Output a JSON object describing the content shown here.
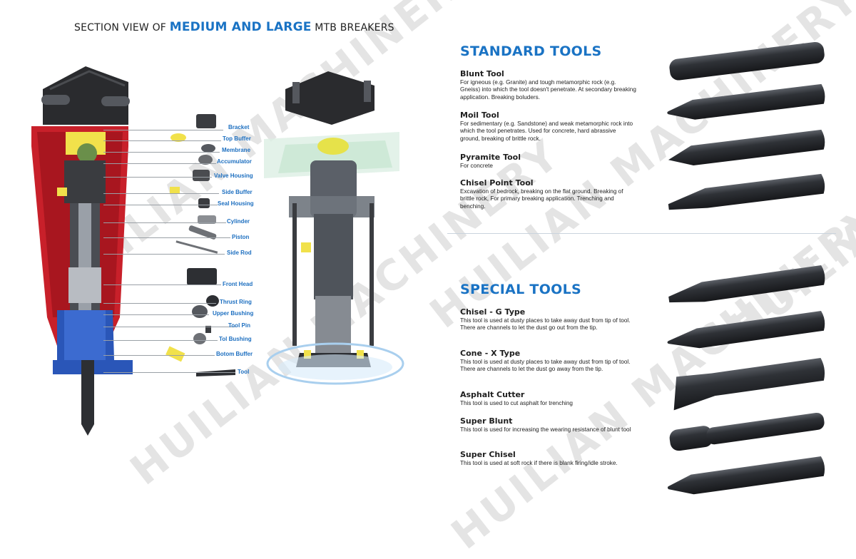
{
  "section_title": {
    "prefix": "SECTION VIEW OF ",
    "highlight": "MEDIUM AND LARGE",
    "suffix": " MTB BREAKERS"
  },
  "watermark": "HUILIAN MACHINERY",
  "parts": [
    "Bracket",
    "Top Buffer",
    "Membrane",
    "Accumulator",
    "Valve Housing",
    "Side Buffer",
    "Seal Housing",
    "Cylinder",
    "Piston",
    "Side Rod",
    "Front Head",
    "Thrust Ring",
    "Upper Bushing",
    "Tool Pin",
    "Tol Bushing",
    "Botom Buffer",
    "Tool"
  ],
  "standard_tools": {
    "heading": "STANDARD TOOLS",
    "items": [
      {
        "name": "Blunt Tool",
        "desc": "For igneous (e.g. Granite) and tough metamorphic rock (e.g. Gneiss) into which the tool doesn't penetrate. At secondary breaking application. Breaking boluders."
      },
      {
        "name": "Moil Tool",
        "desc": "For sedimentary (e.g. Sandstone) and weak metamorphic rock into which the tool penetrates. Used for concrete, hard abrassive ground, breaking of brittle rock."
      },
      {
        "name": "Pyramite Tool",
        "desc": "For concrete"
      },
      {
        "name": "Chisel Point Tool",
        "desc": "Excavation of bedrock, breaking on the flat ground. Breaking of brittle rock, For primary breaking application. Trenching and benching."
      }
    ]
  },
  "special_tools": {
    "heading": "SPECIAL TOOLS",
    "items": [
      {
        "name": "Chisel - G Type",
        "desc": "This tool is used at dusty places to take away dust from tip of tool. There are channels to let the dust go out from the tip."
      },
      {
        "name": "Cone - X Type",
        "desc": "This tool is used at dusty places to take away dust from tip of tool. There are channels to let the dust go away from the tip."
      },
      {
        "name": "Asphalt Cutter",
        "desc": "This tool is used to cut asphalt for trenching"
      },
      {
        "name": "Super Blunt",
        "desc": "This tool is used for increasing the wearing resistance of blunt tool"
      },
      {
        "name": "Super Chisel",
        "desc": "This tool is used at soft rock if there is blank firing/idle stroke."
      }
    ]
  },
  "colors": {
    "accent_blue": "#1a73c4",
    "breaker_red": "#c8202a",
    "breaker_blue": "#2a56b8",
    "steel_dark": "#2d2f33",
    "buffer_yellow": "#f1e14b"
  }
}
